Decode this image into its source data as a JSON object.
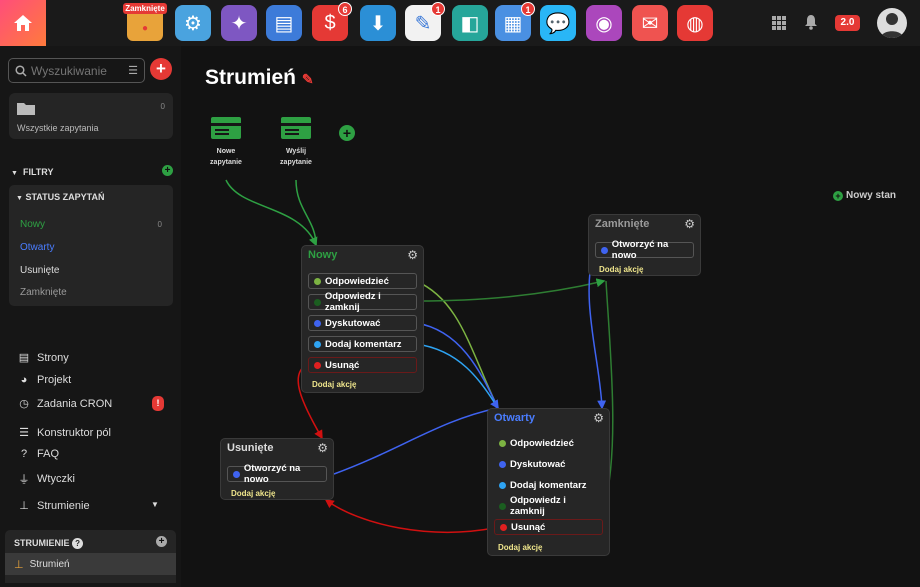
{
  "topbar": {
    "apps": [
      {
        "name": "closed-sign-icon",
        "label": "Zamknięte",
        "color": "#e8a33a"
      },
      {
        "name": "settings-gear-app-icon",
        "color": "#4aa3df"
      },
      {
        "name": "magic-wand-icon",
        "color": "#7e57c2"
      },
      {
        "name": "browser-settings-icon",
        "color": "#3d7bd9"
      },
      {
        "name": "dollar-icon",
        "color": "#e53935",
        "badge": "6"
      },
      {
        "name": "download-inbox-icon",
        "color": "#2b8fd6"
      },
      {
        "name": "edit-form-icon",
        "color": "#f2f2f2",
        "badge": "1"
      },
      {
        "name": "contacts-book-icon",
        "color": "#26a69a"
      },
      {
        "name": "calendar-icon",
        "color": "#4a90e2",
        "badge": "1"
      },
      {
        "name": "chat-bubbles-icon",
        "color": "#29b6f6"
      },
      {
        "name": "camera-icon",
        "color": "#ab47bc"
      },
      {
        "name": "feedback-chat-icon",
        "color": "#ef5350"
      },
      {
        "name": "lifebuoy-icon",
        "color": "#e53935"
      }
    ],
    "version": "2.0"
  },
  "sidebar": {
    "search_placeholder": "Wyszukiwanie",
    "all_requests": {
      "label": "Wszystkie zapytania",
      "count": "0"
    },
    "filters_label": "FILTRY",
    "status_label": "STATUS ZAPYTAŃ",
    "statuses": [
      {
        "label": "Nowy",
        "count": "0",
        "color": "#2ea043"
      },
      {
        "label": "Otwarty",
        "count": "",
        "color": "#4a7dff"
      },
      {
        "label": "Usunięte",
        "count": "",
        "color": "#dddddd"
      },
      {
        "label": "Zamknięte",
        "count": "",
        "color": "#9a9a9a"
      }
    ],
    "menu": [
      {
        "label": "Strony",
        "icon": "pages-icon"
      },
      {
        "label": "Projekt",
        "icon": "palette-icon"
      },
      {
        "label": "Zadania CRON",
        "icon": "clock-icon",
        "alert": "!"
      },
      {
        "label": "Konstruktor pól",
        "icon": "list-icon"
      },
      {
        "label": "FAQ",
        "icon": "question-icon"
      },
      {
        "label": "Wtyczki",
        "icon": "plug-icon"
      },
      {
        "label": "Strumienie",
        "icon": "sitemap-icon"
      }
    ],
    "streams_header": "STRUMIENIE",
    "streams_item": "Strumień"
  },
  "main": {
    "title": "Strumień",
    "actions": [
      {
        "line1": "Nowe",
        "line2": "zapytanie"
      },
      {
        "line1": "Wyślij",
        "line2": "zapytanie"
      }
    ],
    "new_state": "Nowy stan",
    "add_action": "Dodaj akcję",
    "nodes": {
      "nowy": {
        "title": "Nowy",
        "title_color": "#2ea043",
        "actions": [
          {
            "label": "Odpowiedzieć",
            "dot": "#7cb342"
          },
          {
            "label": "Odpowiedz i zamknij",
            "dot": "#1b5e20"
          },
          {
            "label": "Dyskutować",
            "dot": "#3f63f0"
          },
          {
            "label": "Dodaj komentarz",
            "dot": "#2ea3f2"
          },
          {
            "label": "Usunąć",
            "dot": "#e02020"
          }
        ]
      },
      "zamkniete": {
        "title": "Zamknięte",
        "title_color": "#9a9a9a",
        "actions": [
          {
            "label": "Otworzyć na nowo",
            "dot": "#3f63f0"
          }
        ]
      },
      "usuniete": {
        "title": "Usunięte",
        "title_color": "#dddddd",
        "actions": [
          {
            "label": "Otworzyć na nowo",
            "dot": "#3f63f0"
          }
        ]
      },
      "otwarty": {
        "title": "Otwarty",
        "title_color": "#4a7dff",
        "actions": [
          {
            "label": "Odpowiedzieć",
            "dot": "#7cb342"
          },
          {
            "label": "Dyskutować",
            "dot": "#3f63f0"
          },
          {
            "label": "Dodaj komentarz",
            "dot": "#2ea3f2"
          },
          {
            "label": "Odpowiedz i zamknij",
            "dot": "#1b5e20"
          },
          {
            "label": "Usunąć",
            "dot": "#e02020"
          }
        ]
      }
    }
  }
}
